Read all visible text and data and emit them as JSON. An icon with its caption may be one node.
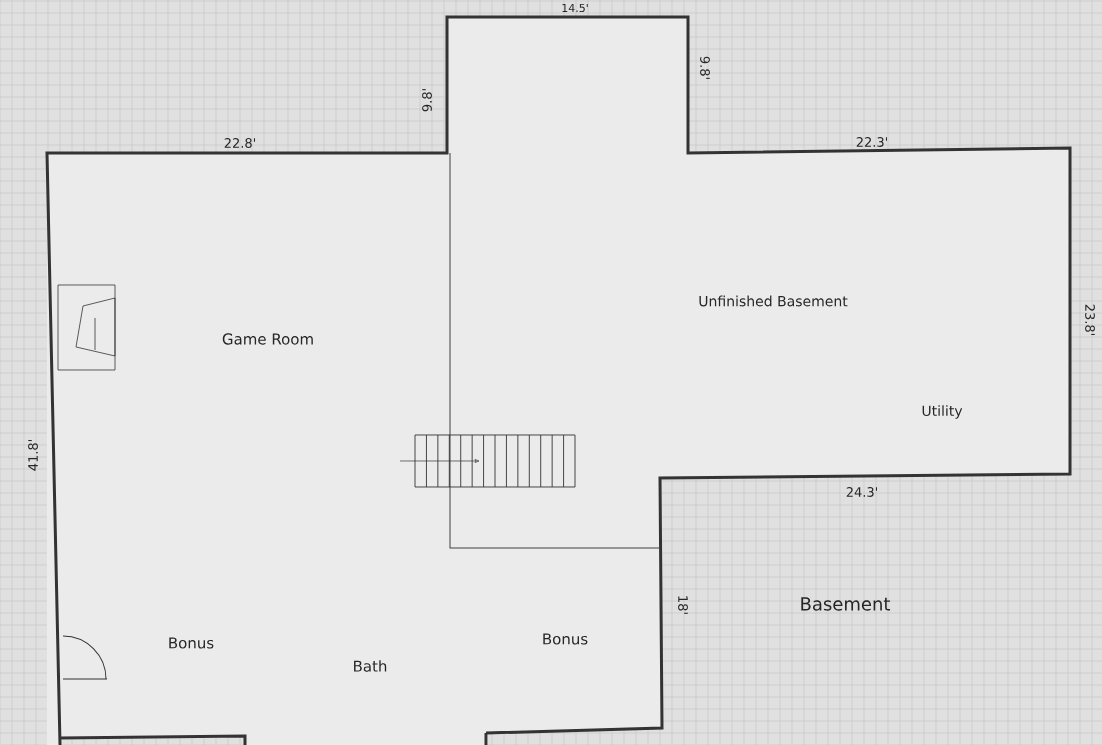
{
  "diagram": {
    "labels": [
      "14.5'",
      "9.8'",
      "9.8'",
      "22.8'",
      "22.3'",
      "Unfinished Basement",
      "Game Room",
      "23.8'",
      "Utility",
      "41.8'",
      "24.3'",
      "18'",
      "Basement",
      "Bonus",
      "Bonus",
      "Bath"
    ]
  }
}
